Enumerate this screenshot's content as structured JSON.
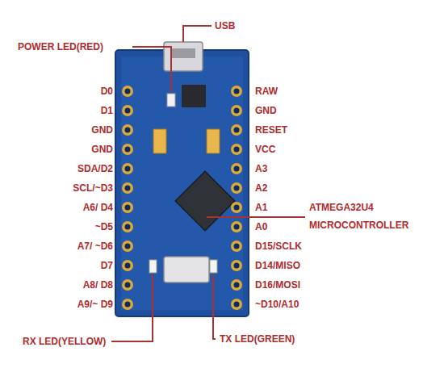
{
  "diagram": {
    "labels": [
      "USB",
      "POWER LED(RED)",
      "D0",
      "D1",
      "GND",
      "GND",
      "SDA/D2",
      "SCL/~D3",
      "A6/ D4",
      "~D5",
      "A7/ ~D6",
      "D7",
      "A8/ D8",
      "A9/~ D9",
      "RAW",
      "GND",
      "RESET",
      "VCC",
      "A3",
      "A2",
      "A1",
      "A0",
      "D15/SCLK",
      "D14/MISO",
      "D16/MOSI",
      "~D10/A10",
      "ATMEGA32U4 MICROCONTROLLER",
      "RX LED(YELLOW)",
      "TX LED(GREEN)"
    ]
  }
}
